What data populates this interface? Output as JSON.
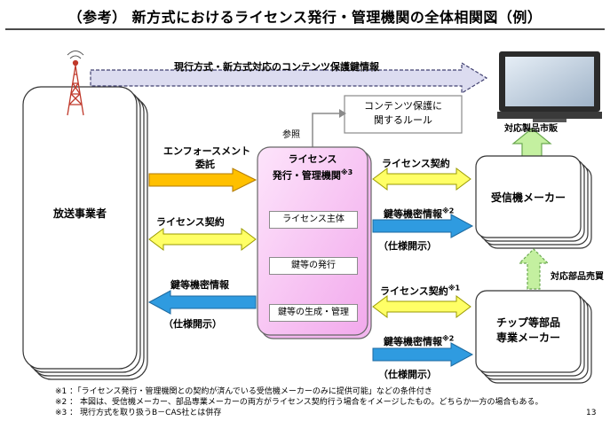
{
  "title": "（参考） 新方式におけるライセンス発行・管理機関の全体相関図（例）",
  "top_arrow_label": "現行方式・新方式対応のコンテンツ保護鍵情報",
  "broadcaster": "放送事業者",
  "rules_box": {
    "line1": "コンテンツ保護に",
    "line2": "関するルール"
  },
  "reference_label": "参照",
  "tv_label": "対応製品市販",
  "agency": {
    "line1": "ライセンス",
    "line2": "発行・管理機関",
    "note_mark": "※3",
    "roles": [
      "ライセンス主体",
      "鍵等の発行",
      "鍵等の生成・管理"
    ]
  },
  "enforcement": {
    "line1": "エンフォースメント",
    "line2": "委託"
  },
  "left_license": "ライセンス契約",
  "left_keyinfo": "鍵等機密情報",
  "left_spec": "（仕様開示）",
  "right_license_top": "ライセンス契約",
  "right_keyinfo_top": "鍵等機密情報",
  "right_keyinfo_top_mark": "※2",
  "right_spec_top": "（仕様開示）",
  "right_license_bottom": "ライセンス契約",
  "right_license_bottom_mark": "※1",
  "right_keyinfo_bottom": "鍵等機密情報",
  "right_keyinfo_bottom_mark": "※2",
  "right_spec_bottom": "（仕様開示）",
  "receiver_maker": "受信機メーカー",
  "chip_maker": {
    "line1": "チップ等部品",
    "line2": "専業メーカー"
  },
  "parts_sales": "対応部品売買",
  "notes": [
    "※1 ：「ライセンス発行・管理機関との契約が済んでいる受信機メーカーのみに提供可能」などの条件付き",
    "※2 ： 本図は、受信機メーカー、部品専業メーカーの両方がライセンス契約行う場合をイメージしたもの。どちらか一方の場合もある。",
    "※3 ： 現行方式を取り扱うB－CAS社とは併存"
  ],
  "page_number": "13",
  "colors": {
    "yellow_arrow": "#ffff66",
    "orange_arrow": "#ffc000",
    "blue_arrow": "#2f9be0",
    "green_arrow": "#c4f0a0",
    "dashed_arrow": "#8080a8",
    "agency_fill": "#f8c8f4"
  }
}
